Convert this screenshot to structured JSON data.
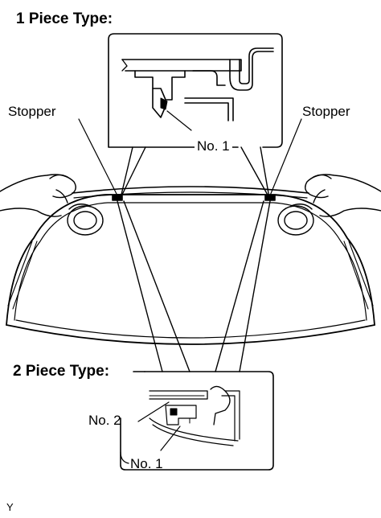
{
  "labels": {
    "one_piece_type": "1 Piece Type:",
    "two_piece_type": "2 Piece Type:",
    "stopper_left": "Stopper",
    "stopper_right": "Stopper",
    "no1_top": "No. 1",
    "no2_bottom": "No. 2",
    "no1_bottom": "No. 1",
    "corner_mark": "Y"
  }
}
